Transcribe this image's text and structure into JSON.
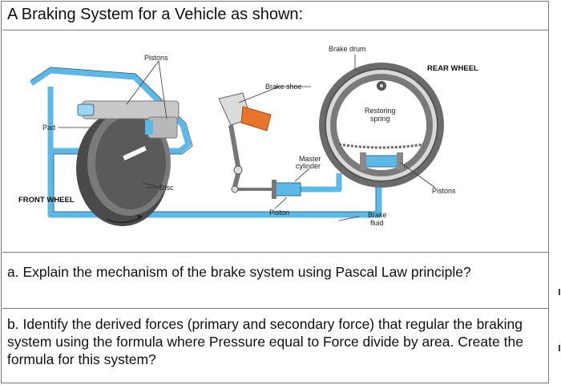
{
  "title": "A Braking System for a Vehicle as shown:",
  "diagram": {
    "labels": {
      "pistons_top": "Pistons",
      "brake_drum": "Brake drum",
      "rear_wheel": "REAR WHEEL",
      "brake_shoe": "Brake shoe",
      "restoring_spring_1": "Restoring",
      "restoring_spring_2": "spring",
      "pad": "Pad",
      "master_cylinder_1": "Master",
      "master_cylinder_2": "cylinder",
      "disc": "Disc",
      "pistons_right": "Pistons",
      "front_wheel": "FRONT WHEEL",
      "piston": "Piston",
      "brake_fluid_1": "Brake",
      "brake_fluid_2": "fluid"
    }
  },
  "questions": {
    "a": "a. Explain the mechanism of the brake system using Pascal Law principle?",
    "b": "b. Identify the derived forces (primary and secondary force) that regular the braking system using the formula where Pressure equal to Force divide by area. Create the formula for this system?"
  },
  "colors": {
    "fluid_pipe": "#5cb8e6",
    "pedal_pad": "#e8732a",
    "wheel": "#4a4a4a",
    "drum": "#9a9a9a"
  }
}
